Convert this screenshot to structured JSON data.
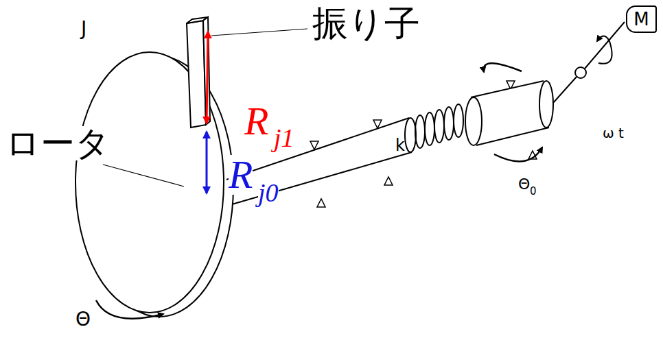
{
  "diagram": {
    "nodes": [
      {
        "text": [
          "M"
        ]
      }
    ],
    "labels": [
      "振り子",
      "ロータ",
      "J",
      "R",
      "j1",
      "R",
      "j0",
      "k",
      "Θ",
      "0",
      "ω t",
      "Θ"
    ]
  }
}
